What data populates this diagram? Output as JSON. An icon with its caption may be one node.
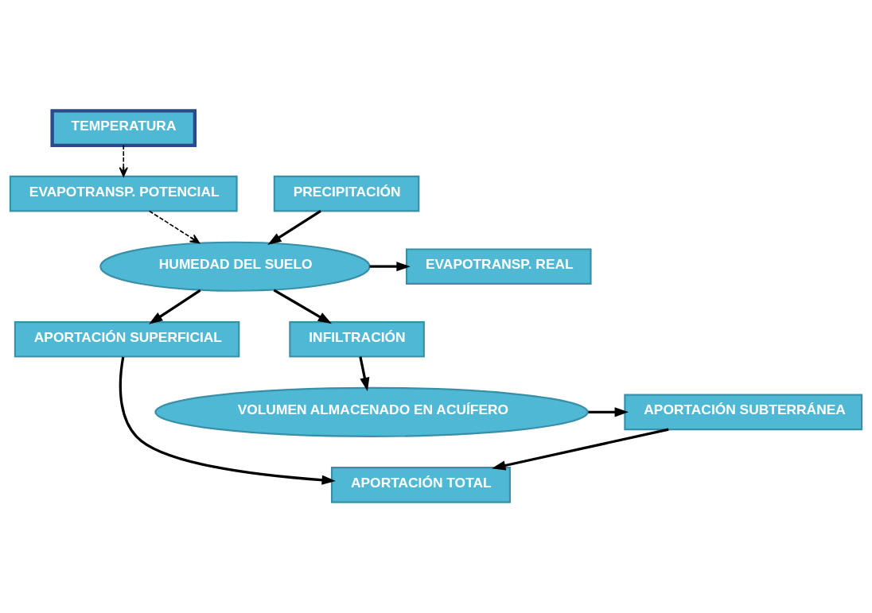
{
  "diagram": {
    "nodes": [
      {
        "text": [
          "TEMPERATURA"
        ]
      },
      {
        "text": [
          "PRECIPITACIÓN"
        ]
      },
      {
        "text": [
          "EVAPOTRANSP. REAL"
        ]
      },
      {
        "text": [
          "EVAPOTRANSP. POTENCIAL"
        ]
      },
      {
        "text": [
          "HUMEDAD DEL SUELO"
        ]
      },
      {
        "text": [
          "APORTACIÓN SUPERFICIAL"
        ]
      },
      {
        "text": [
          "INFILTRACIÓN"
        ]
      },
      {
        "text": [
          "APORTACIÓN TOTAL"
        ]
      },
      {
        "text": [
          "VOLUMEN ALMACENADO EN ACUÍFERO"
        ]
      },
      {
        "text": [
          "APORTACIÓN SUBTERRÁNEA"
        ]
      }
    ],
    "edges": [
      {
        "from": 0,
        "to": 3,
        "arrow": "to",
        "style": "dashed"
      },
      {
        "from": 1,
        "to": 4,
        "arrow": "to"
      },
      {
        "from": 4,
        "to": 2,
        "arrow": "to"
      },
      {
        "from": 3,
        "to": 4,
        "arrow": "to",
        "style": "dashed"
      },
      {
        "from": 4,
        "to": 6,
        "arrow": "to"
      },
      {
        "from": 4,
        "to": 5,
        "arrow": "to"
      },
      {
        "from": 5,
        "to": 7,
        "arrow": "to"
      },
      {
        "from": 6,
        "to": 8,
        "arrow": "to"
      },
      {
        "from": 8,
        "to": 9,
        "arrow": "to"
      },
      {
        "from": 9,
        "to": 7,
        "arrow": "to"
      }
    ]
  }
}
